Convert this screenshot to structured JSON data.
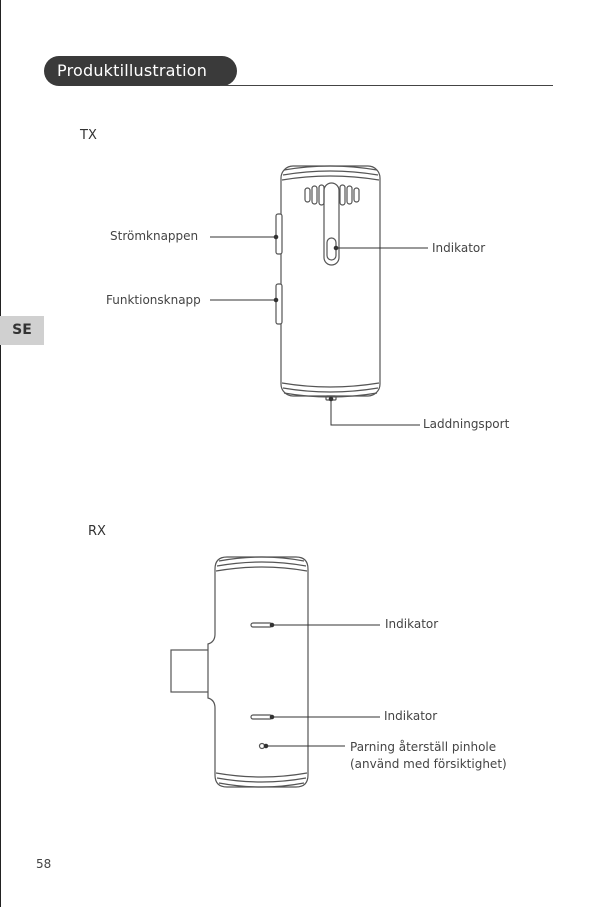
{
  "header": {
    "title": "Produktillustration"
  },
  "side_tab": "SE",
  "tx": {
    "heading": "TX",
    "labels": {
      "power": "Strömknappen",
      "function": "Funktionsknapp",
      "indicator": "Indikator",
      "charging": "Laddningsport"
    }
  },
  "rx": {
    "heading": "RX",
    "labels": {
      "indicator_top": "Indikator",
      "indicator_bottom": "Indikator",
      "pinhole_line1": "Parning återställ pinhole",
      "pinhole_line2": "(använd med försiktighet)"
    }
  },
  "footer": {
    "page_number": "58"
  }
}
